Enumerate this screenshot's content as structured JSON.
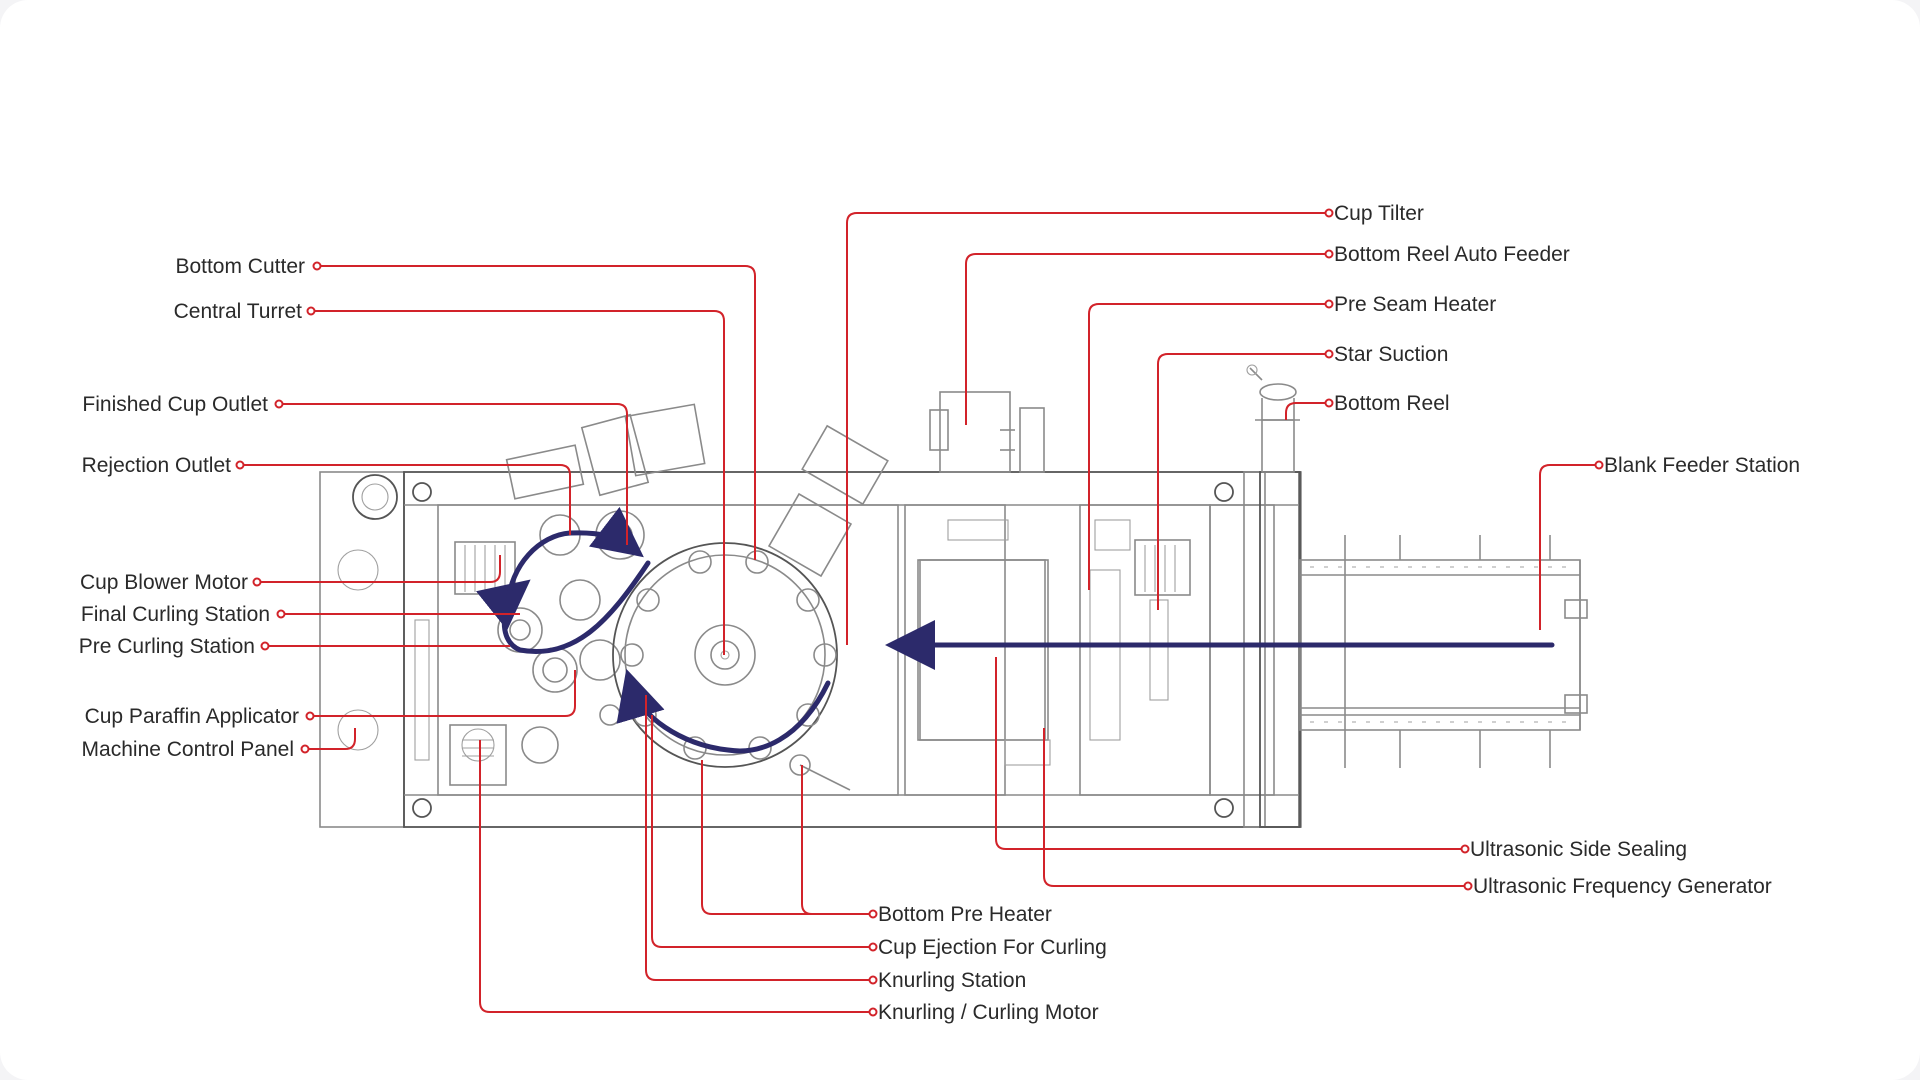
{
  "diagram": {
    "colors": {
      "leader": "#d2232a",
      "flow_arrow": "#2c2a6b",
      "machine_line": "#8a8a8a",
      "label_text": "#2a2a2a"
    },
    "labels_left": [
      "Bottom Cutter",
      "Central Turret",
      "Finished Cup Outlet",
      "Rejection Outlet",
      "Cup Blower Motor",
      "Final Curling Station",
      "Pre Curling Station",
      "Cup Paraffin Applicator",
      "Machine Control Panel"
    ],
    "labels_right": [
      "Cup Tilter",
      "Bottom Reel Auto Feeder",
      "Pre Seam Heater",
      "Star Suction",
      "Bottom Reel",
      "Blank Feeder Station",
      "Ultrasonic Side Sealing",
      "Ultrasonic Frequency Generator"
    ],
    "labels_bottom": [
      "Bottom Pre Heater",
      "Cup Ejection For Curling",
      "Knurling Station",
      "Knurling / Curling Motor"
    ]
  }
}
